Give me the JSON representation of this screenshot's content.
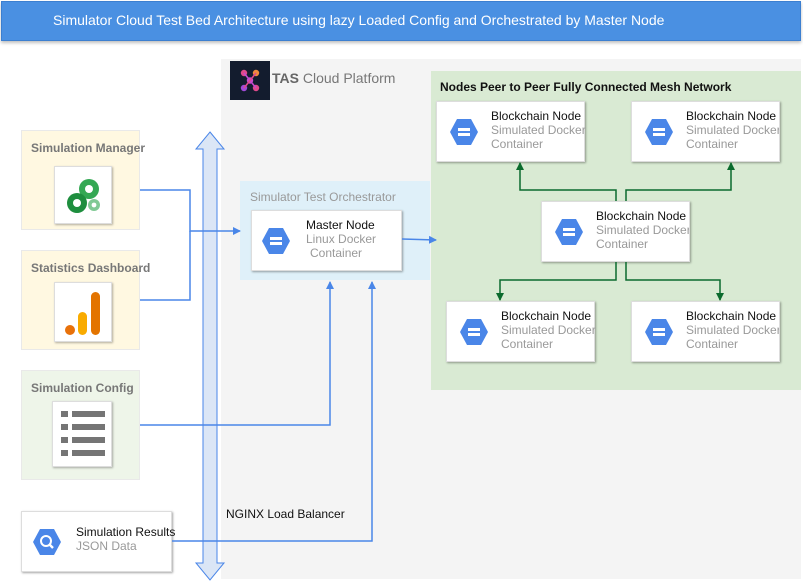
{
  "title": "Simulator Cloud Test Bed Architecture using lazy Loaded Config and Orchestrated by Master Node",
  "platform": {
    "name_bold": "TAS",
    "name_rest": " Cloud Platform"
  },
  "mesh": {
    "title": "Nodes Peer to Peer Fully Connected Mesh Network"
  },
  "orchestrator": {
    "title": "Simulator Test Orchestrator",
    "master": {
      "title": "Master Node",
      "line2": "Linux Docker",
      "line3": "Container"
    }
  },
  "blockchain_nodes": [
    {
      "title": "Blockchain Node",
      "line2": "Simulated Docker",
      "line3": "Container"
    },
    {
      "title": "Blockchain Node",
      "line2": "Simulated Docker",
      "line3": "Container"
    },
    {
      "title": "Blockchain Node",
      "line2": "Simulated Docker",
      "line3": "Container"
    },
    {
      "title": "Blockchain Node",
      "line2": "Simulated Docker",
      "line3": "Container"
    },
    {
      "title": "Blockchain Node",
      "line2": "Simulated Docker",
      "line3": "Container"
    }
  ],
  "left_panels": {
    "manager": "Simulation Manager",
    "dashboard": "Statistics Dashboard",
    "config": "Simulation Config"
  },
  "results": {
    "title": "Simulation Results",
    "subtitle": "JSON Data"
  },
  "load_balancer": "NGINX Load Balancer",
  "colors": {
    "title_bar": "#4a90e2",
    "blue_line": "#4a86e8",
    "green_line": "#0b6b2e",
    "mesh_bg": "#d9ead3",
    "orchestrator_bg": "#dff0f9",
    "gcp_hex": "#4a86e8"
  },
  "icons": {
    "platform": "tas-logo-icon",
    "node": "compute-engine-icon",
    "manager": "cluster-rings-icon",
    "dashboard": "bar-chart-icon",
    "config": "list-document-icon",
    "results": "bigquery-icon"
  }
}
